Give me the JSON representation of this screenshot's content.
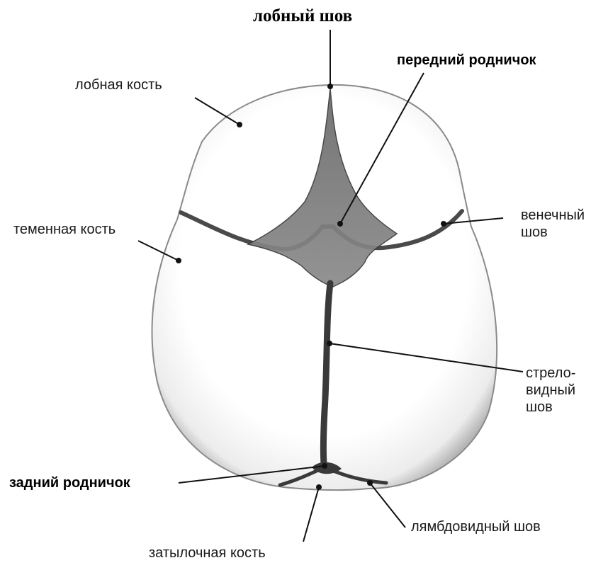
{
  "labels": {
    "frontal_suture": "лобный шов",
    "anterior_fontanelle": "передний родничок",
    "frontal_bone": "лобная кость",
    "parietal_bone": "теменная кость",
    "coronal_suture_line1": "венечный",
    "coronal_suture_line2": "шов",
    "sagittal_suture_line1": "стрело-",
    "sagittal_suture_line2": "видный",
    "sagittal_suture_line3": "шов",
    "posterior_fontanelle": "задний родничок",
    "occipital_bone": "затылочная кость",
    "lambdoid_suture": "лямбдовидный шов"
  },
  "colors": {
    "ink": "#1a1a1a",
    "bone_fill": "#ffffff",
    "bone_shade": "#c8c8c8",
    "fontanelle": "#5a5a5a"
  }
}
